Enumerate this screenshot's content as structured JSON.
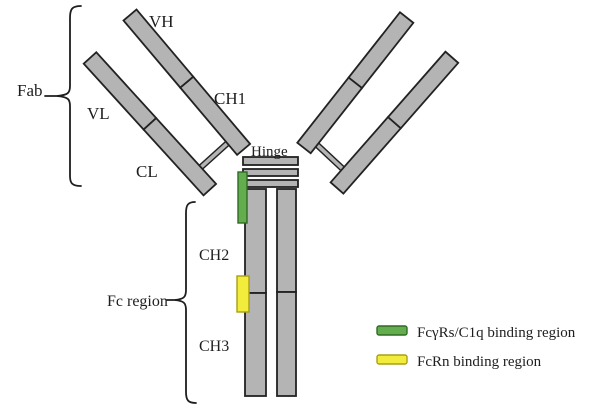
{
  "figure": {
    "type": "antibody-structure-diagram",
    "background": "#ffffff"
  },
  "regions": {
    "fab_label": "Fab",
    "fc_label": "Fc region",
    "hinge_label": "Hinge"
  },
  "domains": {
    "vh": "VH",
    "vl": "VL",
    "ch1": "CH1",
    "cl": "CL",
    "ch2": "CH2",
    "ch3": "CH3"
  },
  "legend": {
    "items": [
      {
        "label": "FcγRs/C1q binding region",
        "fill": "#64ad4e",
        "border": "#2e6b24"
      },
      {
        "label": "FcRn binding region",
        "fill": "#f2ec3c",
        "border": "#a8a016"
      }
    ]
  },
  "colors": {
    "domain_fill": "#b4b4b4",
    "outline": "#222222",
    "text": "#1e1e1e",
    "fcgr_binding_fill": "#64ad4e",
    "fcgr_binding_border": "#2e6b24",
    "fcrn_binding_fill": "#f2ec3c",
    "fcrn_binding_border": "#a8a016"
  }
}
